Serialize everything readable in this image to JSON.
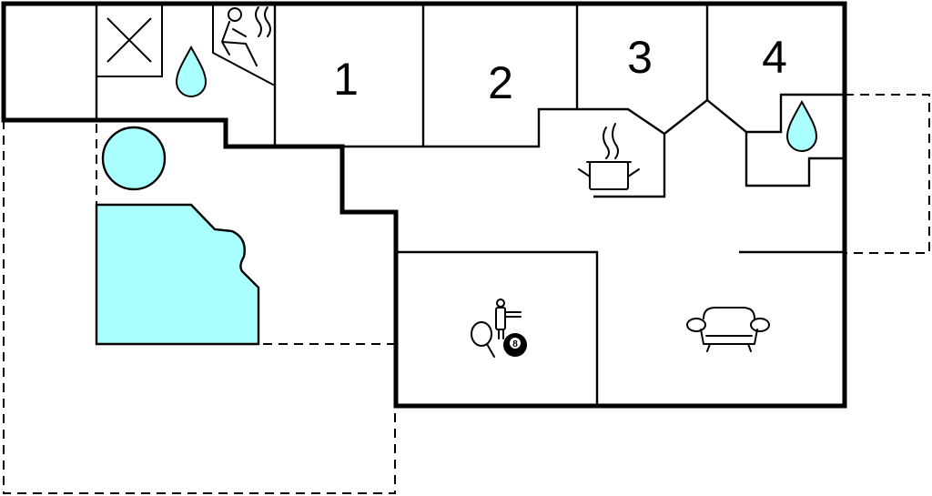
{
  "floorplan": {
    "rooms": [
      {
        "label": "1"
      },
      {
        "label": "2"
      },
      {
        "label": "3"
      },
      {
        "label": "4"
      }
    ],
    "icons": [
      "sauna-icon",
      "water-drop-icon",
      "wc-shower-icon",
      "kitchen-pot-icon",
      "table-tennis-icon",
      "billiard-ball-icon",
      "foosball-icon",
      "sofa-icon",
      "hot-tub-icon",
      "swimming-pool-icon"
    ],
    "billiard_ball_number": "8",
    "colors": {
      "terrace": "#e6e6e6",
      "annex": "#bbbbbb",
      "pool": "#aaffff",
      "wall": "#000000"
    }
  }
}
